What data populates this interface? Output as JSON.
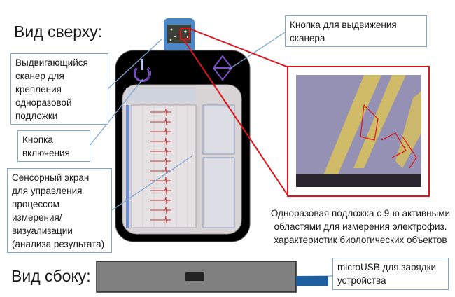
{
  "top_view": {
    "title": "Вид сверху:"
  },
  "side_view": {
    "title": "Вид сбоку:"
  },
  "labels": {
    "scanner": "Выдвигающийся сканер для крепления одноразовой подложки",
    "power_button": "Кнопка включения",
    "touchscreen": "Сенсорный экран для управления процессом измерения/визуализации (анализа результата)",
    "eject_button": "Кнопка для выдвижения сканера",
    "microusb": "microUSB для зарядки устройства"
  },
  "substrate_caption": "Одноразовая подложка с 9-ю активными областями для измерения электрофиз. характеристик биологических объектов",
  "colors": {
    "device": "#000000",
    "scanner": "#4a86c8",
    "highlight": "#e0151b",
    "callout": "#7ea6cf",
    "icon": "#7a4fc4",
    "side_body": "#808080"
  }
}
